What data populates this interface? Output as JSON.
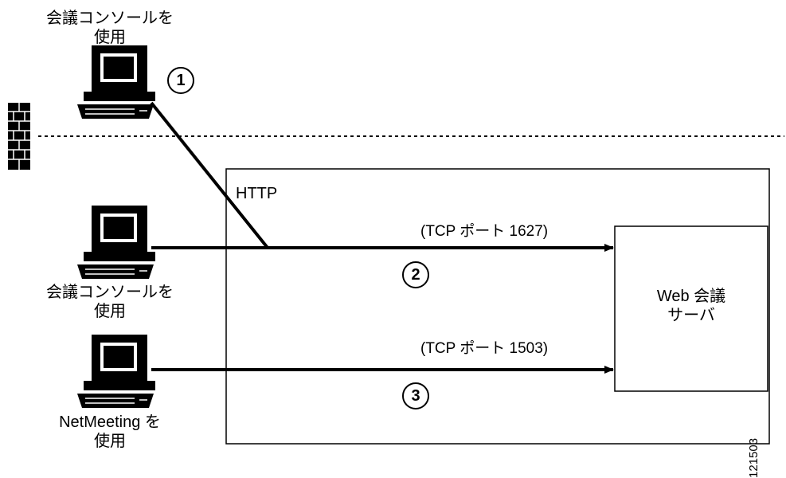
{
  "clients": [
    {
      "line1": "会議コンソールを",
      "line2": "使用"
    },
    {
      "line1": "会議コンソールを",
      "line2": "使用"
    },
    {
      "line1": "NetMeeting を",
      "line2": "使用"
    }
  ],
  "network": {
    "protocol_label": "HTTP"
  },
  "connections": [
    {
      "number": "1"
    },
    {
      "number": "2",
      "port_label": "(TCP ポート 1627)"
    },
    {
      "number": "3",
      "port_label": "(TCP ポート 1503)"
    }
  ],
  "server": {
    "line1": "Web 会議",
    "line2": "サーバ"
  },
  "figure_number": "121503"
}
